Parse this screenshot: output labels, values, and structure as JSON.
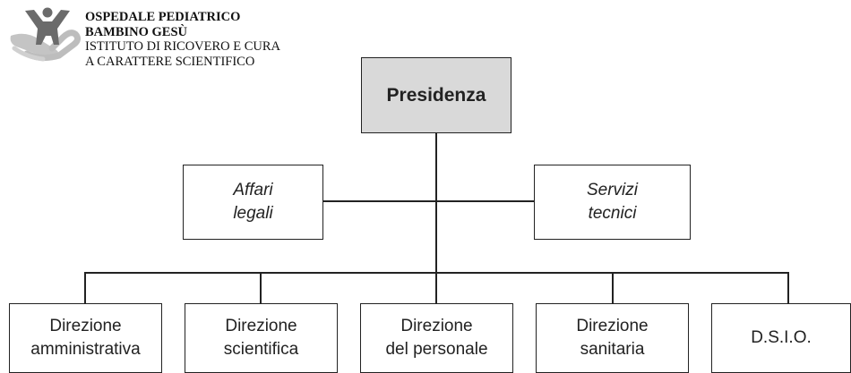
{
  "header": {
    "org_lines": [
      "OSPEDALE PEDIATRICO",
      "BAMBINO GESÙ",
      "ISTITUTO DI RICOVERO E CURA",
      "A CARATTERE SCIENTIFICO"
    ]
  },
  "chart": {
    "top": {
      "lines": [
        "Presidenza"
      ]
    },
    "staff_left": {
      "lines": [
        "Affari",
        "legali"
      ]
    },
    "staff_right": {
      "lines": [
        "Servizi",
        "tecnici"
      ]
    },
    "departments": [
      {
        "lines": [
          "Direzione",
          "amministrativa"
        ]
      },
      {
        "lines": [
          "Direzione",
          "scientifica"
        ]
      },
      {
        "lines": [
          "Direzione",
          "del personale"
        ]
      },
      {
        "lines": [
          "Direzione",
          "sanitaria"
        ]
      },
      {
        "lines": [
          "D.S.I.O."
        ]
      }
    ]
  },
  "colors": {
    "top_box_fill": "#d9d9d9",
    "line": "#222222",
    "logo_figure": "#6b6b6b",
    "logo_hand": "#bdbdbd"
  }
}
